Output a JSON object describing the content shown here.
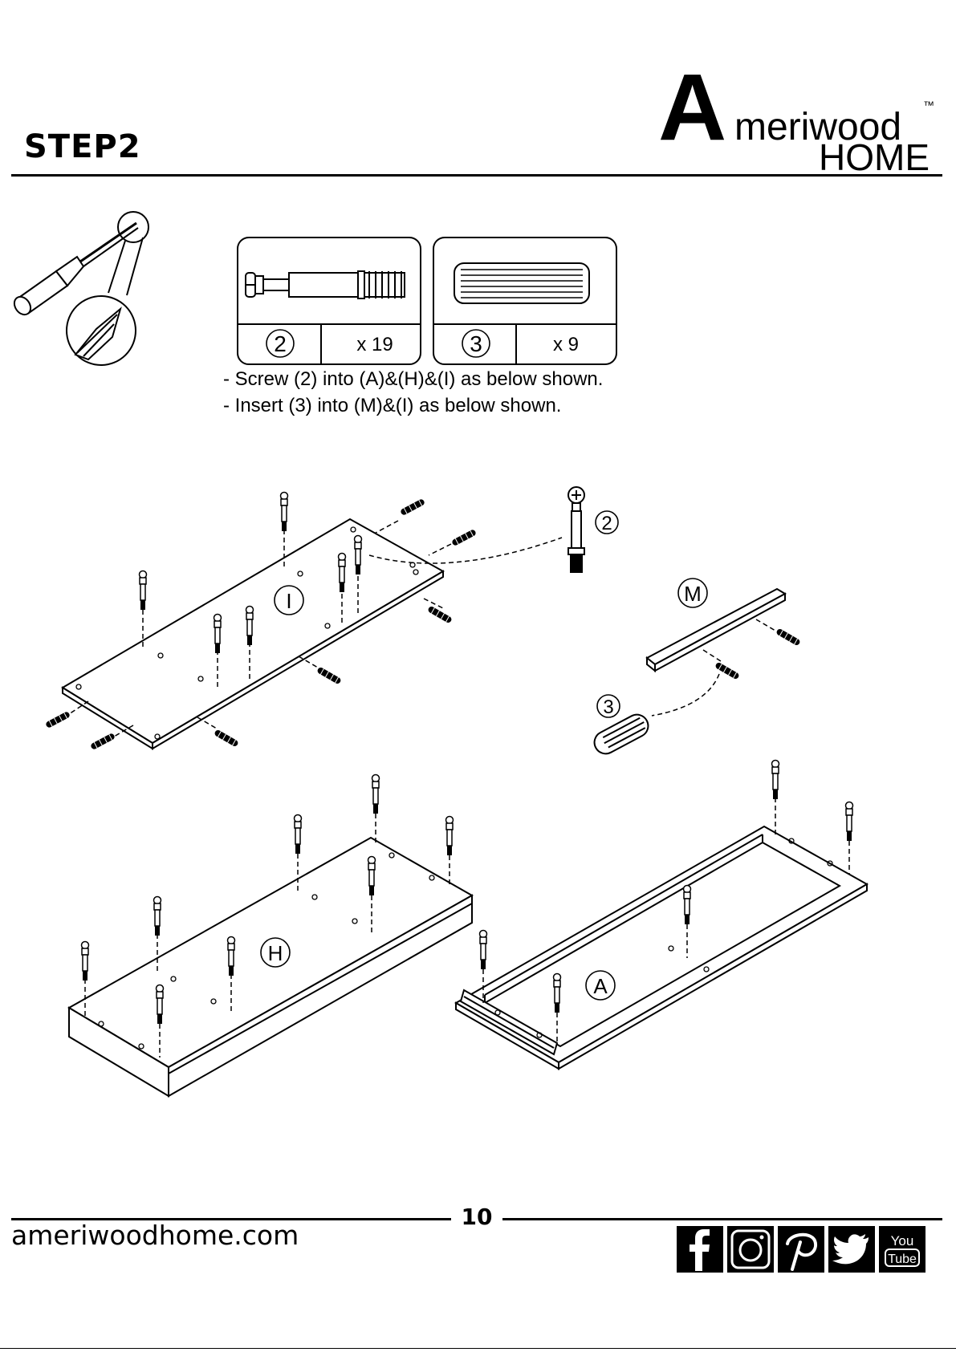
{
  "header": {
    "step_title": "STEP2",
    "brand": {
      "big_letter": "A",
      "word": "meriwood",
      "sub": "HOME",
      "tm": "™"
    }
  },
  "parts": [
    {
      "number": "2",
      "qty": "x 19"
    },
    {
      "number": "3",
      "qty": "x 9"
    }
  ],
  "instructions": [
    "- Screw (2) into (A)&(H)&(I) as below shown.",
    "- Insert (3) into (M)&(I) as below shown."
  ],
  "diagram_labels": {
    "panel_i": "I",
    "panel_m": "M",
    "panel_h": "H",
    "panel_a": "A",
    "callout_cam": "2",
    "callout_dowel": "3"
  },
  "footer": {
    "page_number": "10",
    "website": "ameriwoodhome.com",
    "social": [
      "facebook-icon",
      "instagram-icon",
      "pinterest-icon",
      "twitter-icon",
      "youtube-icon"
    ],
    "youtube_top": "You",
    "youtube_bottom": "Tube"
  }
}
